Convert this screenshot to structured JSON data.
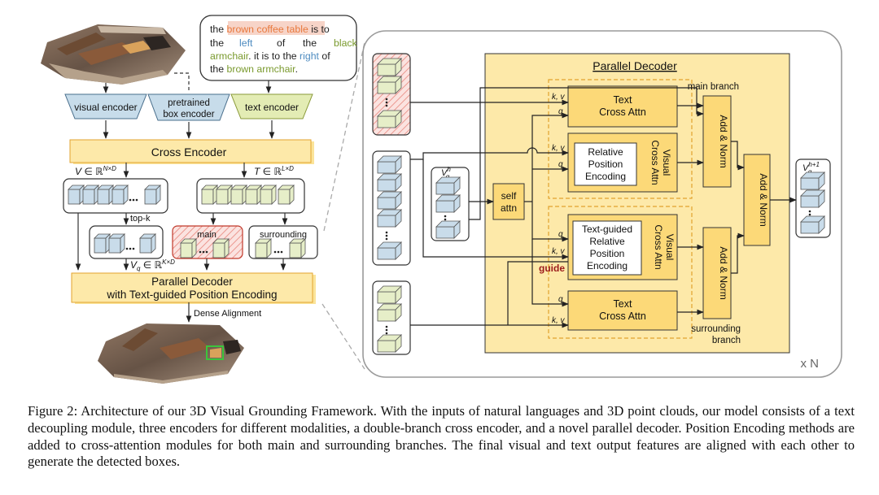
{
  "figure": {
    "left_diagram": {
      "query_text": {
        "lines": [
          [
            {
              "t": "the ",
              "c": "plain"
            },
            {
              "t": "brown coffee table",
              "c": "orange",
              "h": true
            },
            {
              "t": " is to",
              "c": "plain"
            }
          ],
          [
            {
              "t": "the",
              "c": "plain"
            },
            {
              "t": "left",
              "c": "blue"
            },
            {
              "t": "of",
              "c": "plain"
            },
            {
              "t": "the",
              "c": "plain"
            },
            {
              "t": "black",
              "c": "green"
            }
          ],
          [
            {
              "t": "armchair",
              "c": "green"
            },
            {
              "t": ". it is to the ",
              "c": "plain"
            },
            {
              "t": "right",
              "c": "blue"
            },
            {
              "t": " of",
              "c": "plain"
            }
          ],
          [
            {
              "t": "the ",
              "c": "plain"
            },
            {
              "t": "brown armchair",
              "c": "green"
            },
            {
              "t": ".",
              "c": "plain"
            }
          ]
        ]
      },
      "visual_encoder_label": "visual encoder",
      "box_encoder_label_line1": "pretrained",
      "box_encoder_label_line2": "box encoder",
      "text_encoder_label": "text encoder",
      "cross_encoder_label": "Cross Encoder",
      "v_label": "V ∈ ℝ",
      "v_sup": "N×D",
      "t_label": "T ∈ ℝ",
      "t_sup": "L×D",
      "topk_label": "top-k",
      "main_label": "main",
      "surrounding_label": "surrounding",
      "vq_label": "V",
      "vq_sub": "q",
      "vq_in": " ∈ ℝ",
      "vq_sup": "K×D",
      "parallel_decoder_line1": "Parallel Decoder",
      "parallel_decoder_line2": "with Text-guided Position Encoding",
      "dense_alignment_label": "Dense Alignment"
    },
    "right_diagram": {
      "title": "Parallel Decoder",
      "main_branch_label": "main branch",
      "surrounding_branch_line1": "surrounding",
      "surrounding_branch_line2": "branch",
      "text_cross_attn_line1": "Text",
      "text_cross_attn_line2": "Cross Attn",
      "visual_cross_attn_line1": "Visual",
      "visual_cross_attn_line2": "Cross Attn",
      "relative_pe_lines": [
        "Relative",
        "Position",
        "Encoding"
      ],
      "text_guided_pe_lines": [
        "Text-guided",
        "Relative",
        "Position",
        "Encoding"
      ],
      "self_attn_line1": "self",
      "self_attn_line2": "attn",
      "add_norm_label": "Add & Norm",
      "guide_label": "guide",
      "kv_label": "k, v",
      "q_label": "q",
      "vqh_label": "V",
      "vqh_sub": "q",
      "vqh_sup": "h",
      "vqh1_sup": "h+1",
      "repeat_label": "x N"
    },
    "colors": {
      "yellow_fill": "#fde9a9",
      "yellow_box": "#fcd978",
      "yellow_border": "#e2a32e",
      "blue_encoder": "#c7dcea",
      "green_encoder": "#e3ecb4",
      "cube_blue": "#c9dcea",
      "cube_green": "#e6eec8",
      "red_hatch": "#e35b4f",
      "text_orange": "#e8783c",
      "text_blue": "#4d8bc0",
      "text_green": "#7a9a2e",
      "guide_red": "#9c1c1c"
    }
  },
  "caption": {
    "text": "Figure 2: Architecture of our 3D Visual Grounding Framework. With the inputs of natural languages and 3D point clouds, our model consists of a text decoupling module, three encoders for different modalities, a double-branch cross encoder, and a novel parallel decoder. Position Encoding methods are added to cross-attention modules for both main and surrounding branches. The final visual and text output features are aligned with each other to generate the detected boxes."
  }
}
